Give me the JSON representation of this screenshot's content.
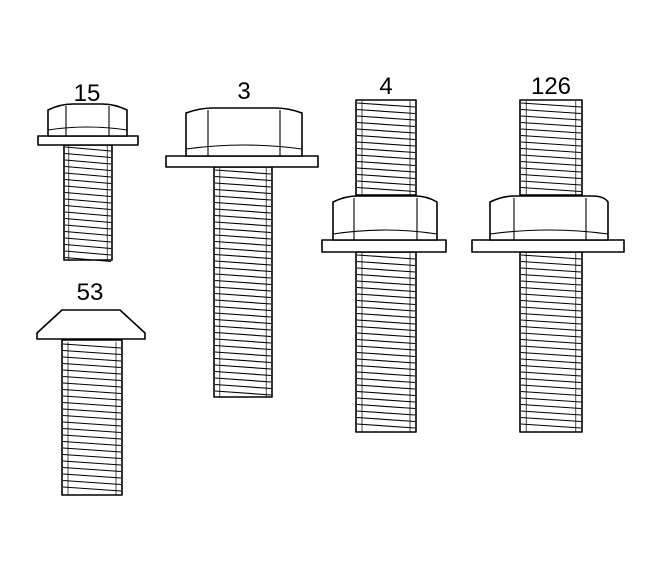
{
  "figure": {
    "fasteners": [
      {
        "id": "bolt-15",
        "callout": "15",
        "kind": "flange-bolt-short"
      },
      {
        "id": "bolt-53",
        "callout": "53",
        "kind": "button-head-bolt"
      },
      {
        "id": "bolt-3",
        "callout": "3",
        "kind": "flange-bolt-long"
      },
      {
        "id": "stud-4",
        "callout": "4",
        "kind": "stud-bolt"
      },
      {
        "id": "stud-126",
        "callout": "126",
        "kind": "stud-bolt"
      }
    ]
  }
}
